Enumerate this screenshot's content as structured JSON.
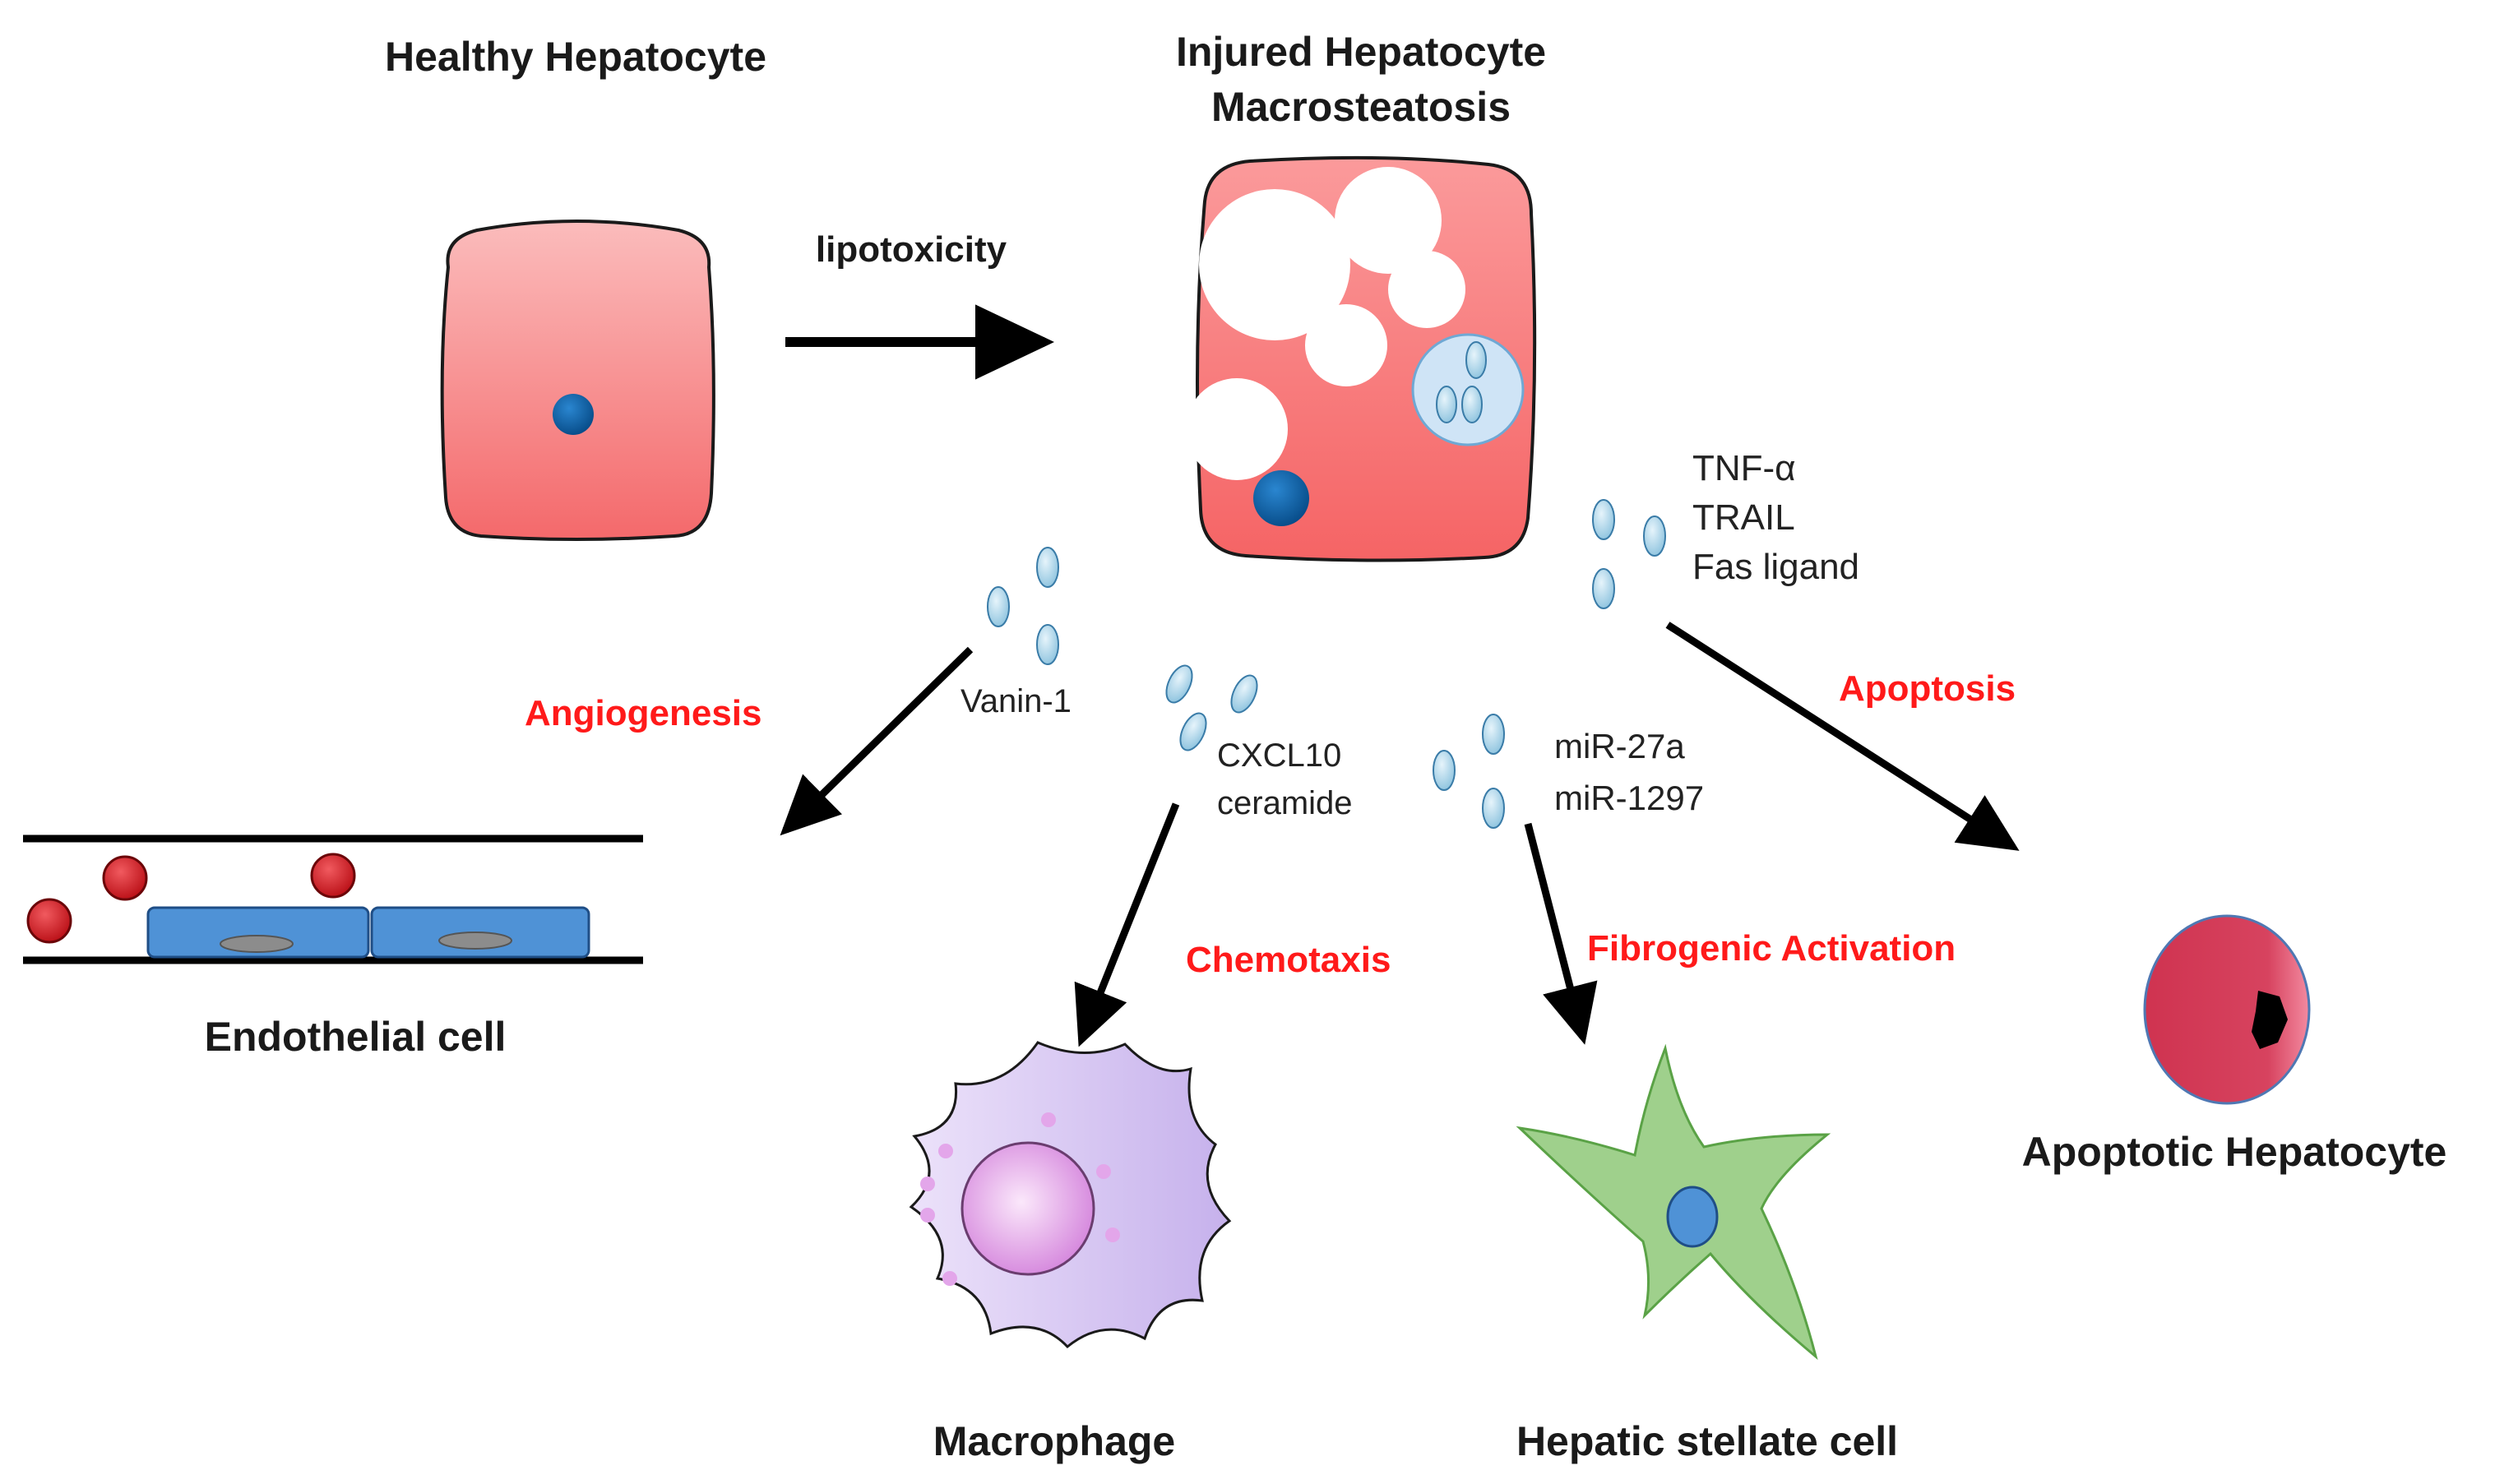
{
  "titles": {
    "healthy": "Healthy Hepatocyte",
    "injured_1": "Injured Hepatocyte",
    "injured_2": "Macrosteatosis",
    "endothelial": "Endothelial cell",
    "macrophage": "Macrophage",
    "stellate": "Hepatic stellate cell",
    "apoptotic": "Apoptotic Hepatocyte"
  },
  "arrows": {
    "lipotoxicity": "lipotoxicity"
  },
  "processes": {
    "angiogenesis": "Angiogenesis",
    "chemotaxis": "Chemotaxis",
    "fibrogenic": "Fibrogenic Activation",
    "apoptosis": "Apoptosis"
  },
  "mediators": {
    "vanin": "Vanin-1",
    "cxcl10": "CXCL10",
    "ceramide": "ceramide",
    "mir27a": "miR-27a",
    "mir1297": "miR-1297",
    "tnf": "TNF-α",
    "trail": "TRAIL",
    "fas": "Fas ligand"
  },
  "colors": {
    "hepatocyte": "#f7797a",
    "nucleus": "#0b5fa5",
    "vesicle": "#9fd0e8",
    "process_text": "#ff1a1a",
    "endothelial": "#4f92d6",
    "rbc": "#d7141a",
    "macrophage": "#d9c9f2",
    "stellate": "#9fd08c",
    "apoptotic": "#d23a55"
  }
}
